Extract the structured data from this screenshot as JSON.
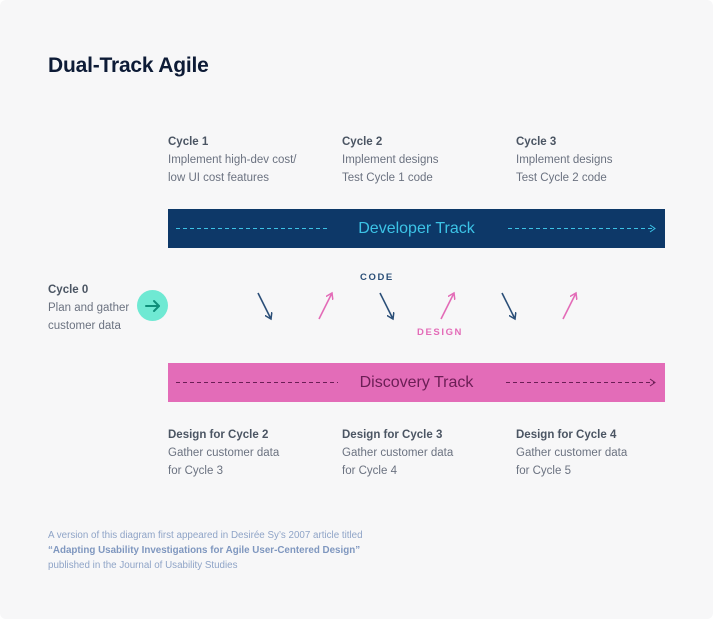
{
  "title": "Dual-Track Agile",
  "cycles_top": [
    {
      "heading": "Cycle 1",
      "line1": "Implement high-dev cost/",
      "line2": "low UI cost features"
    },
    {
      "heading": "Cycle 2",
      "line1": "Implement designs",
      "line2": "Test Cycle 1 code"
    },
    {
      "heading": "Cycle 3",
      "line1": "Implement designs",
      "line2": "Test Cycle 2 code"
    }
  ],
  "cycle0": {
    "heading": "Cycle 0",
    "line1": "Plan and gather",
    "line2": "customer data"
  },
  "developer_track": {
    "label": "Developer Track",
    "color": "#0d3868",
    "text_color": "#3cc3e6"
  },
  "discovery_track": {
    "label": "Discovery Track",
    "color": "#e36cb8",
    "text_color": "#6b1e55"
  },
  "flow_labels": {
    "code": "CODE",
    "design": "DESIGN"
  },
  "cycles_bottom": [
    {
      "heading": "Design for Cycle 2",
      "line1": "Gather customer data",
      "line2": "for Cycle 3"
    },
    {
      "heading": "Design for Cycle 3",
      "line1": "Gather customer data",
      "line2": "for Cycle 4"
    },
    {
      "heading": "Design for Cycle 4",
      "line1": "Gather customer data",
      "line2": "for Cycle 5"
    }
  ],
  "footnote": {
    "line1": "A version of this diagram first appeared in Desirée Sy’s 2007 article titled",
    "line2": "“Adapting Usability Investigations for Agile User-Centered Design”",
    "line3": "published in the Journal of Usability Studies"
  },
  "colors": {
    "accent_teal": "#6fe9d3",
    "code_arrow": "#2b4f78",
    "design_arrow": "#e36cb8"
  }
}
